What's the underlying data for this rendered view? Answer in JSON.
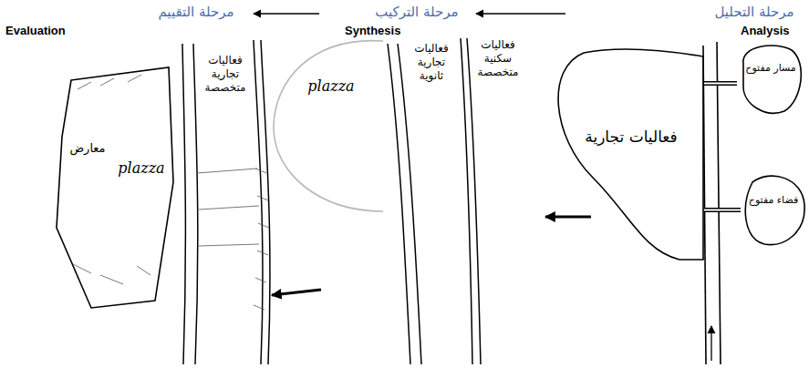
{
  "diagram": {
    "nodes": [
      {
        "text": [
          "فعاليات تجارية"
        ]
      },
      {
        "text": [
          "مسار مفتوح"
        ]
      },
      {
        "text": [
          "فضاء مفتوح"
        ]
      },
      {
        "text": [
          "plazza"
        ]
      },
      {
        "text": [
          "فعاليات تجارية ثانوية"
        ]
      },
      {
        "text": [
          "فعاليات سكنية متخصصة"
        ]
      },
      {
        "text": [
          "معارض",
          "plazza"
        ]
      },
      {
        "text": [
          "فعاليات تجارية متخصصة"
        ]
      }
    ],
    "edges": [
      {
        "from": 1,
        "to": 0,
        "arrow": "none"
      },
      {
        "from": 2,
        "to": 0,
        "arrow": "none"
      }
    ],
    "labels": [
      "مرحلة التحليل",
      "مرحلة التركيب",
      "مرحلة التقييم",
      "Analysis",
      "Synthesis",
      "Evaluation"
    ]
  }
}
